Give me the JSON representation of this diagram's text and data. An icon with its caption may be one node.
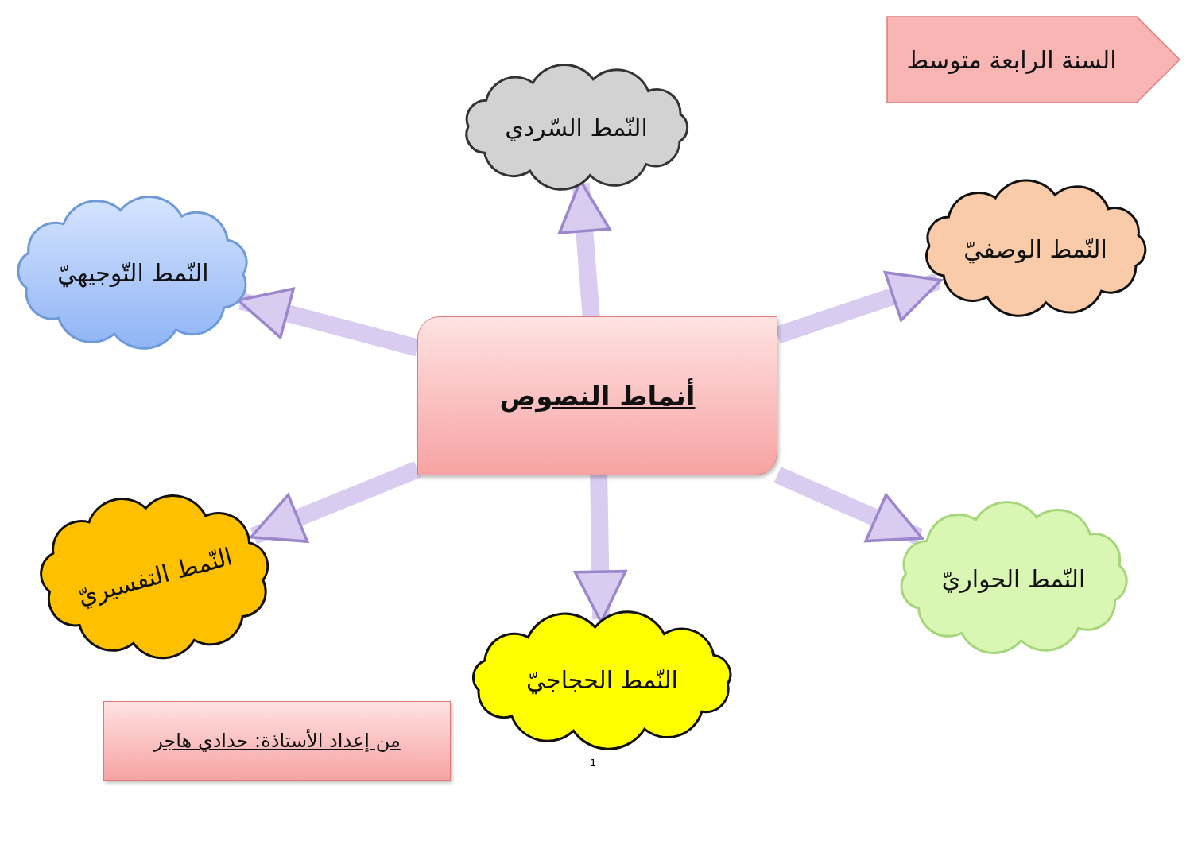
{
  "diagram": {
    "nodes": [
      {
        "text": [
          "السنة الرابعة متوسط"
        ]
      },
      {
        "text": [
          "أنماط النصوص"
        ]
      },
      {
        "text": [
          "النّمط السّردي"
        ]
      },
      {
        "text": [
          "النّمط التّوجيهيّ"
        ]
      },
      {
        "text": [
          "النّمط الوصفيّ"
        ]
      },
      {
        "text": [
          "النّمط التفسيريّ"
        ]
      },
      {
        "text": [
          "النّمط الحواريّ"
        ]
      },
      {
        "text": [
          "النّمط الحجاجيّ"
        ]
      },
      {
        "text": [
          "من إعداد الأستاذة: حدادي هاجر"
        ]
      }
    ],
    "edges": [
      {
        "from": 1,
        "to": 2,
        "arrow": "to"
      },
      {
        "from": 1,
        "to": 3,
        "arrow": "to"
      },
      {
        "from": 1,
        "to": 4,
        "arrow": "to"
      },
      {
        "from": 1,
        "to": 5,
        "arrow": "to"
      },
      {
        "from": 1,
        "to": 6,
        "arrow": "to"
      },
      {
        "from": 1,
        "to": 7,
        "arrow": "to"
      }
    ],
    "labels": [
      "1"
    ]
  }
}
